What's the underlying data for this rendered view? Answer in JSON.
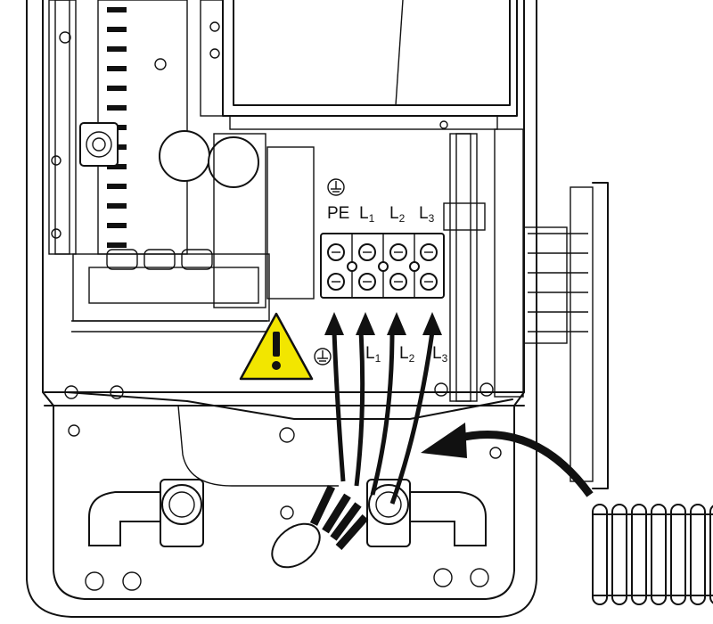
{
  "terminal_labels": [
    {
      "main": "PE",
      "sub": ""
    },
    {
      "main": "L",
      "sub": "1"
    },
    {
      "main": "L",
      "sub": "2"
    },
    {
      "main": "L",
      "sub": "3"
    }
  ],
  "wire_labels": [
    {
      "main": "L",
      "sub": "1"
    },
    {
      "main": "L",
      "sub": "2"
    },
    {
      "main": "L",
      "sub": "3"
    }
  ],
  "icons": {
    "warning": "warning-triangle-icon",
    "ground": "ground-symbol-icon"
  },
  "colors": {
    "warning_fill": "#f2e600",
    "line": "#111111"
  }
}
